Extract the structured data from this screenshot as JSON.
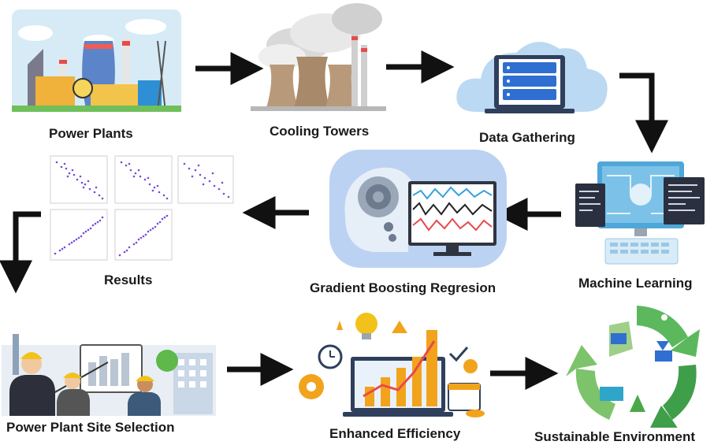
{
  "stages": {
    "power_plants": "Power Plants",
    "cooling_towers": "Cooling Towers",
    "data_gathering": "Data Gathering",
    "machine_learning": "Machine Learning",
    "gradient_boosting": "Gradient Boosting  Regresion",
    "results": "Results",
    "site_selection": "Power Plant Site Selection",
    "enhanced_efficiency": "Enhanced Efficiency",
    "sustainable_environment": "Sustainable Environment"
  },
  "colors": {
    "arrow": "#111111",
    "sky": "#cfe6f3",
    "cloud_blue": "#bcd9f3",
    "server_blue": "#2f6fd1",
    "orange": "#f2a31c",
    "green": "#4aa84a",
    "scatter_purple": "#7a4ad8"
  }
}
